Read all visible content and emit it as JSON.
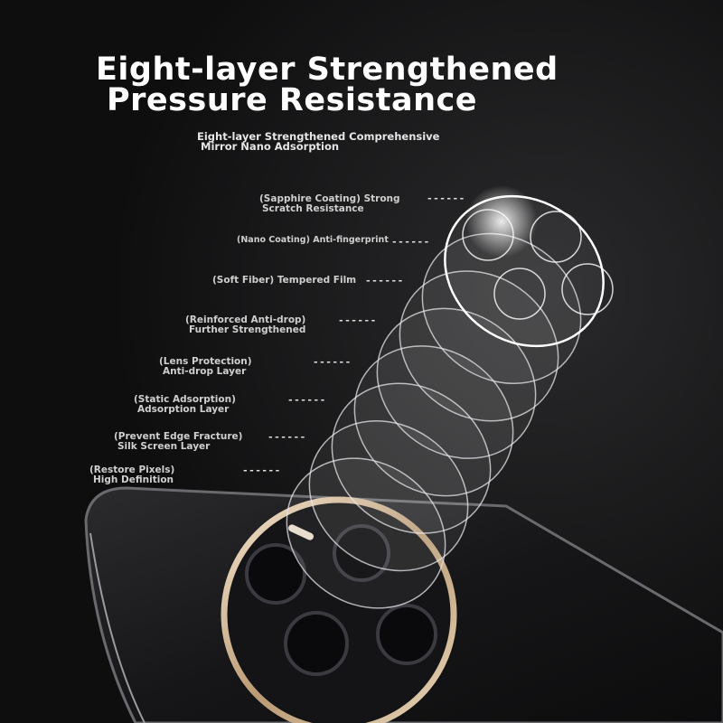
{
  "headline": {
    "line1": "Eight-layer Strengthened",
    "line2": "Pressure Resistance"
  },
  "subtitle": {
    "line1": "Eight-layer Strengthened Comprehensive",
    "line2": "Mirror Nano Adsorption"
  },
  "dash": "------",
  "layers": [
    {
      "line1": "(Sapphire Coating) Strong",
      "line2": "Scratch Resistance"
    },
    {
      "line1": "(Nano Coating) Anti-fingerprint",
      "line2": ""
    },
    {
      "line1": "(Soft Fiber) Tempered Film",
      "line2": ""
    },
    {
      "line1": "(Reinforced Anti-drop)",
      "line2": "Further Strengthened"
    },
    {
      "line1": "(Lens Protection)",
      "line2": "Anti-drop Layer"
    },
    {
      "line1": "(Static Adsorption)",
      "line2": "Adsorption Layer"
    },
    {
      "line1": "(Prevent Edge Fracture)",
      "line2": "Silk Screen Layer"
    },
    {
      "line1": "(Restore Pixels)",
      "line2": "High Definition"
    }
  ]
}
